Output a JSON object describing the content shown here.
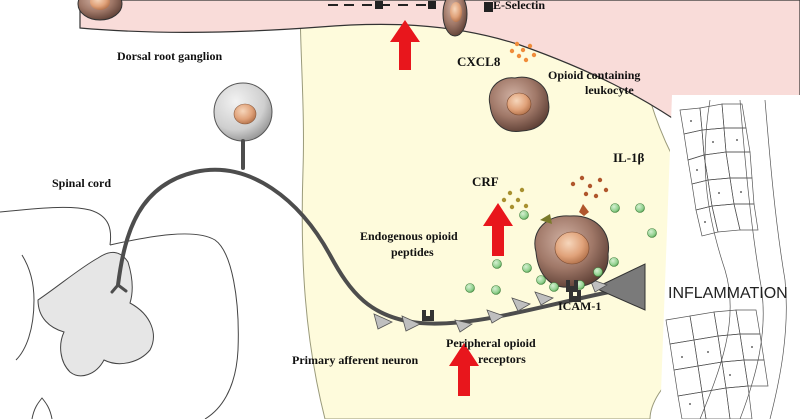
{
  "labels": {
    "e_selectin": "E-Selectin",
    "dorsal_root_ganglion": "Dorsal root ganglion",
    "cxcl8": "CXCL8",
    "opioid_leukocyte_line1": "Opioid containing",
    "opioid_leukocyte_line2": "leukocyte",
    "il1b": "IL-1β",
    "spinal_cord": "Spinal cord",
    "crf": "CRF",
    "endogenous_line1": "Endogenous opioid",
    "endogenous_line2": "peptides",
    "icam1": "ICAM-1",
    "inflammation": "INFLAMMATION",
    "peripheral_line1": "Peripheral opioid",
    "peripheral_line2": "receptors",
    "primary_afferent": "Primary afferent neuron"
  },
  "colors": {
    "vessel_fill": "#f9dcd9",
    "tissue_fill": "#fefbdc",
    "arrow_red": "#e8161c",
    "cell_body": "#a07868",
    "cell_nucleus": "#e0a27a",
    "opioid_dot": "#8fcf8c",
    "chemokine_dot": "#f08c3a",
    "neuron_line": "#4d4d4d"
  },
  "icons": [
    "up-arrow-icon",
    "leukocyte-icon",
    "receptor-icon",
    "opioid-peptide-icon",
    "nerve-terminal-icon"
  ]
}
